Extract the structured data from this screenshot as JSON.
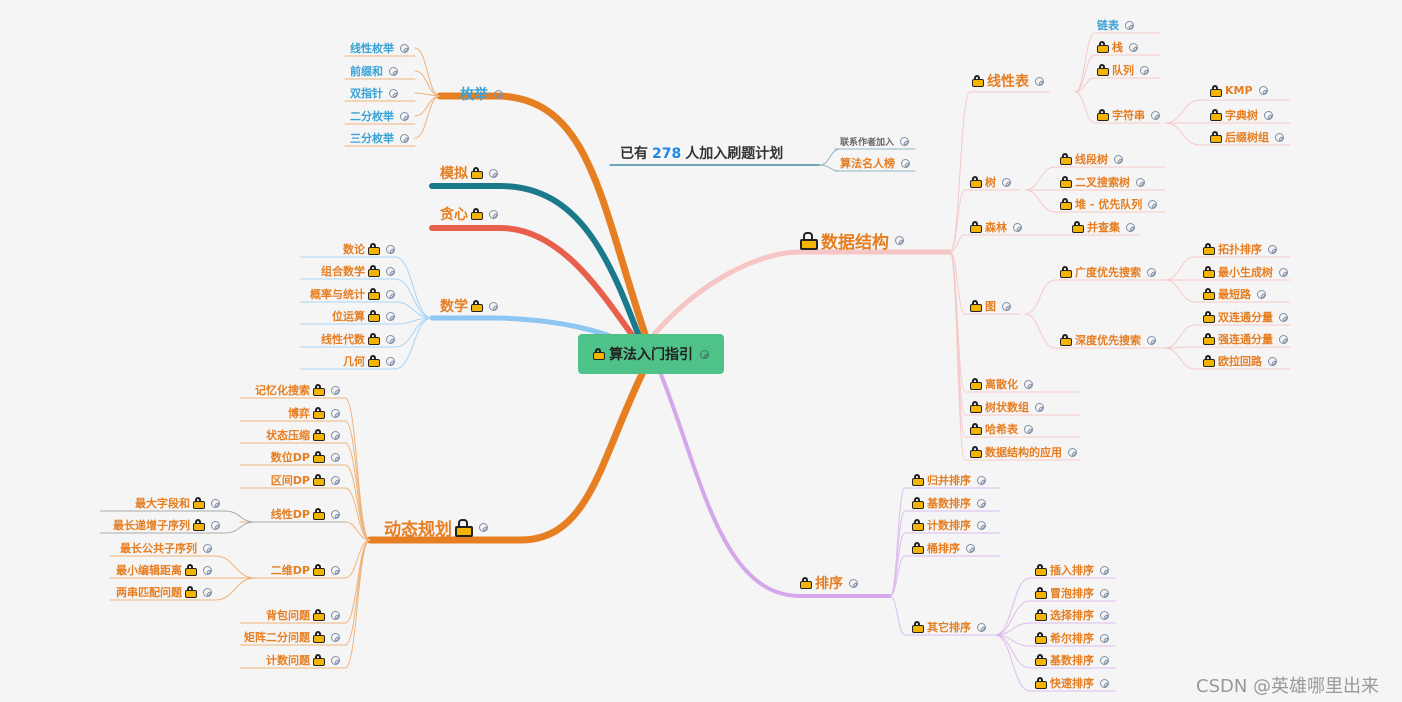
{
  "root": {
    "label": "算法入门指引"
  },
  "banner": {
    "prefix": "已有",
    "count": "278",
    "suffix": "人加入刷题计划"
  },
  "banner_links": [
    "联系作者加入",
    "算法名人榜"
  ],
  "watermark": "CSDN @英雄哪里出来",
  "colors": {
    "root_bg": "#4fc28a",
    "orange": "#e67e22",
    "teal": "#1a7a8c",
    "red": "#e8604c",
    "blue": "#8ec6f2",
    "pink": "#f6c6c6",
    "purple": "#d4a6ea",
    "ds_text": "#e67e22",
    "enum_text": "#3aa3d6"
  },
  "left": {
    "enum": {
      "label": "枚举",
      "children": [
        "线性枚举",
        "前缀和",
        "双指针",
        "二分枚举",
        "三分枚举"
      ]
    },
    "simulate": {
      "label": "模拟"
    },
    "greedy": {
      "label": "贪心"
    },
    "math": {
      "label": "数学",
      "children": [
        "数论",
        "组合数学",
        "概率与统计",
        "位运算",
        "线性代数",
        "几何"
      ]
    },
    "dp": {
      "label": "动态规划",
      "children": [
        "记忆化搜索",
        "博弈",
        "状态压缩",
        "数位DP",
        "区间DP",
        "线性DP",
        "二维DP",
        "背包问题",
        "矩阵二分问题",
        "计数问题"
      ],
      "linear_children": [
        "最大字段和",
        "最长递增子序列"
      ],
      "grid_children": [
        "最长公共子序列",
        "最小编辑距离",
        "两串匹配问题"
      ]
    }
  },
  "right": {
    "ds": {
      "label": "数据结构",
      "linear": {
        "label": "线性表",
        "children": [
          "链表",
          "栈",
          "队列",
          "字符串"
        ],
        "string_children": [
          "KMP",
          "字典树",
          "后缀树组"
        ]
      },
      "tree": {
        "label": "树",
        "children": [
          "线段树",
          "二叉搜索树",
          "堆 - 优先队列"
        ]
      },
      "forest": {
        "label": "森林",
        "children": [
          "并查集"
        ]
      },
      "graph": {
        "label": "图",
        "children": [
          "广度优先搜索",
          "深度优先搜索"
        ],
        "bfs_children": [
          "拓扑排序",
          "最小生成树",
          "最短路"
        ],
        "dfs_children": [
          "双连通分量",
          "强连通分量",
          "欧拉回路"
        ]
      },
      "others": [
        "离散化",
        "树状数组",
        "哈希表",
        "数据结构的应用"
      ]
    },
    "sort": {
      "label": "排序",
      "children": [
        "归并排序",
        "基数排序",
        "计数排序",
        "桶排序",
        "其它排序"
      ],
      "other_children": [
        "插入排序",
        "冒泡排序",
        "选择排序",
        "希尔排序",
        "基数排序",
        "快速排序"
      ]
    }
  }
}
